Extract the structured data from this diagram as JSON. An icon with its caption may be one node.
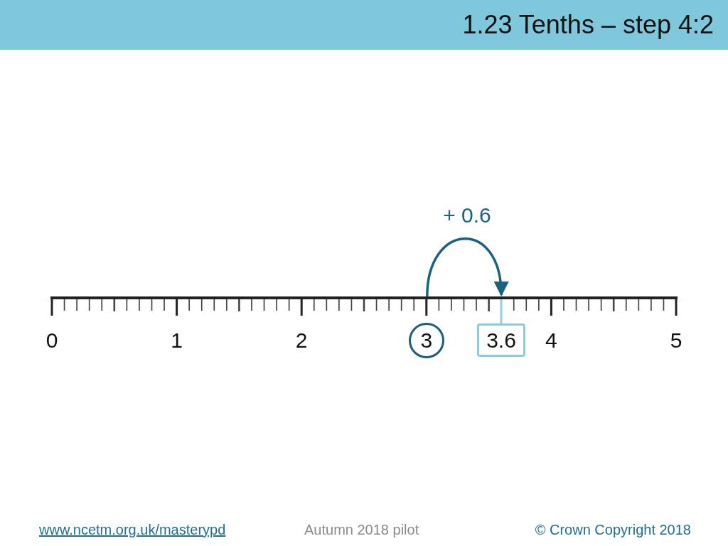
{
  "diagram": {
    "title": "1.23 Tenths – step 4:2",
    "nodes": [
      {
        "text": [],
        "shape": "line"
      },
      {
        "text": [
          "3"
        ]
      },
      {
        "text": [
          "3.6"
        ]
      }
    ],
    "edges": [
      {
        "from": 0,
        "to": 0,
        "arrow": "to",
        "label": "+ 0.6",
        "color": "#1a6282"
      },
      {
        "from": 2,
        "to": 0,
        "arrow": "none",
        "color": "#8fcfe2"
      }
    ],
    "labels": [
      "0",
      "1",
      "2",
      "4",
      "5",
      "www.ncetm.org.uk/masterypd",
      "Autumn 2018 pilot",
      "© Crown Copyright 2018"
    ]
  }
}
